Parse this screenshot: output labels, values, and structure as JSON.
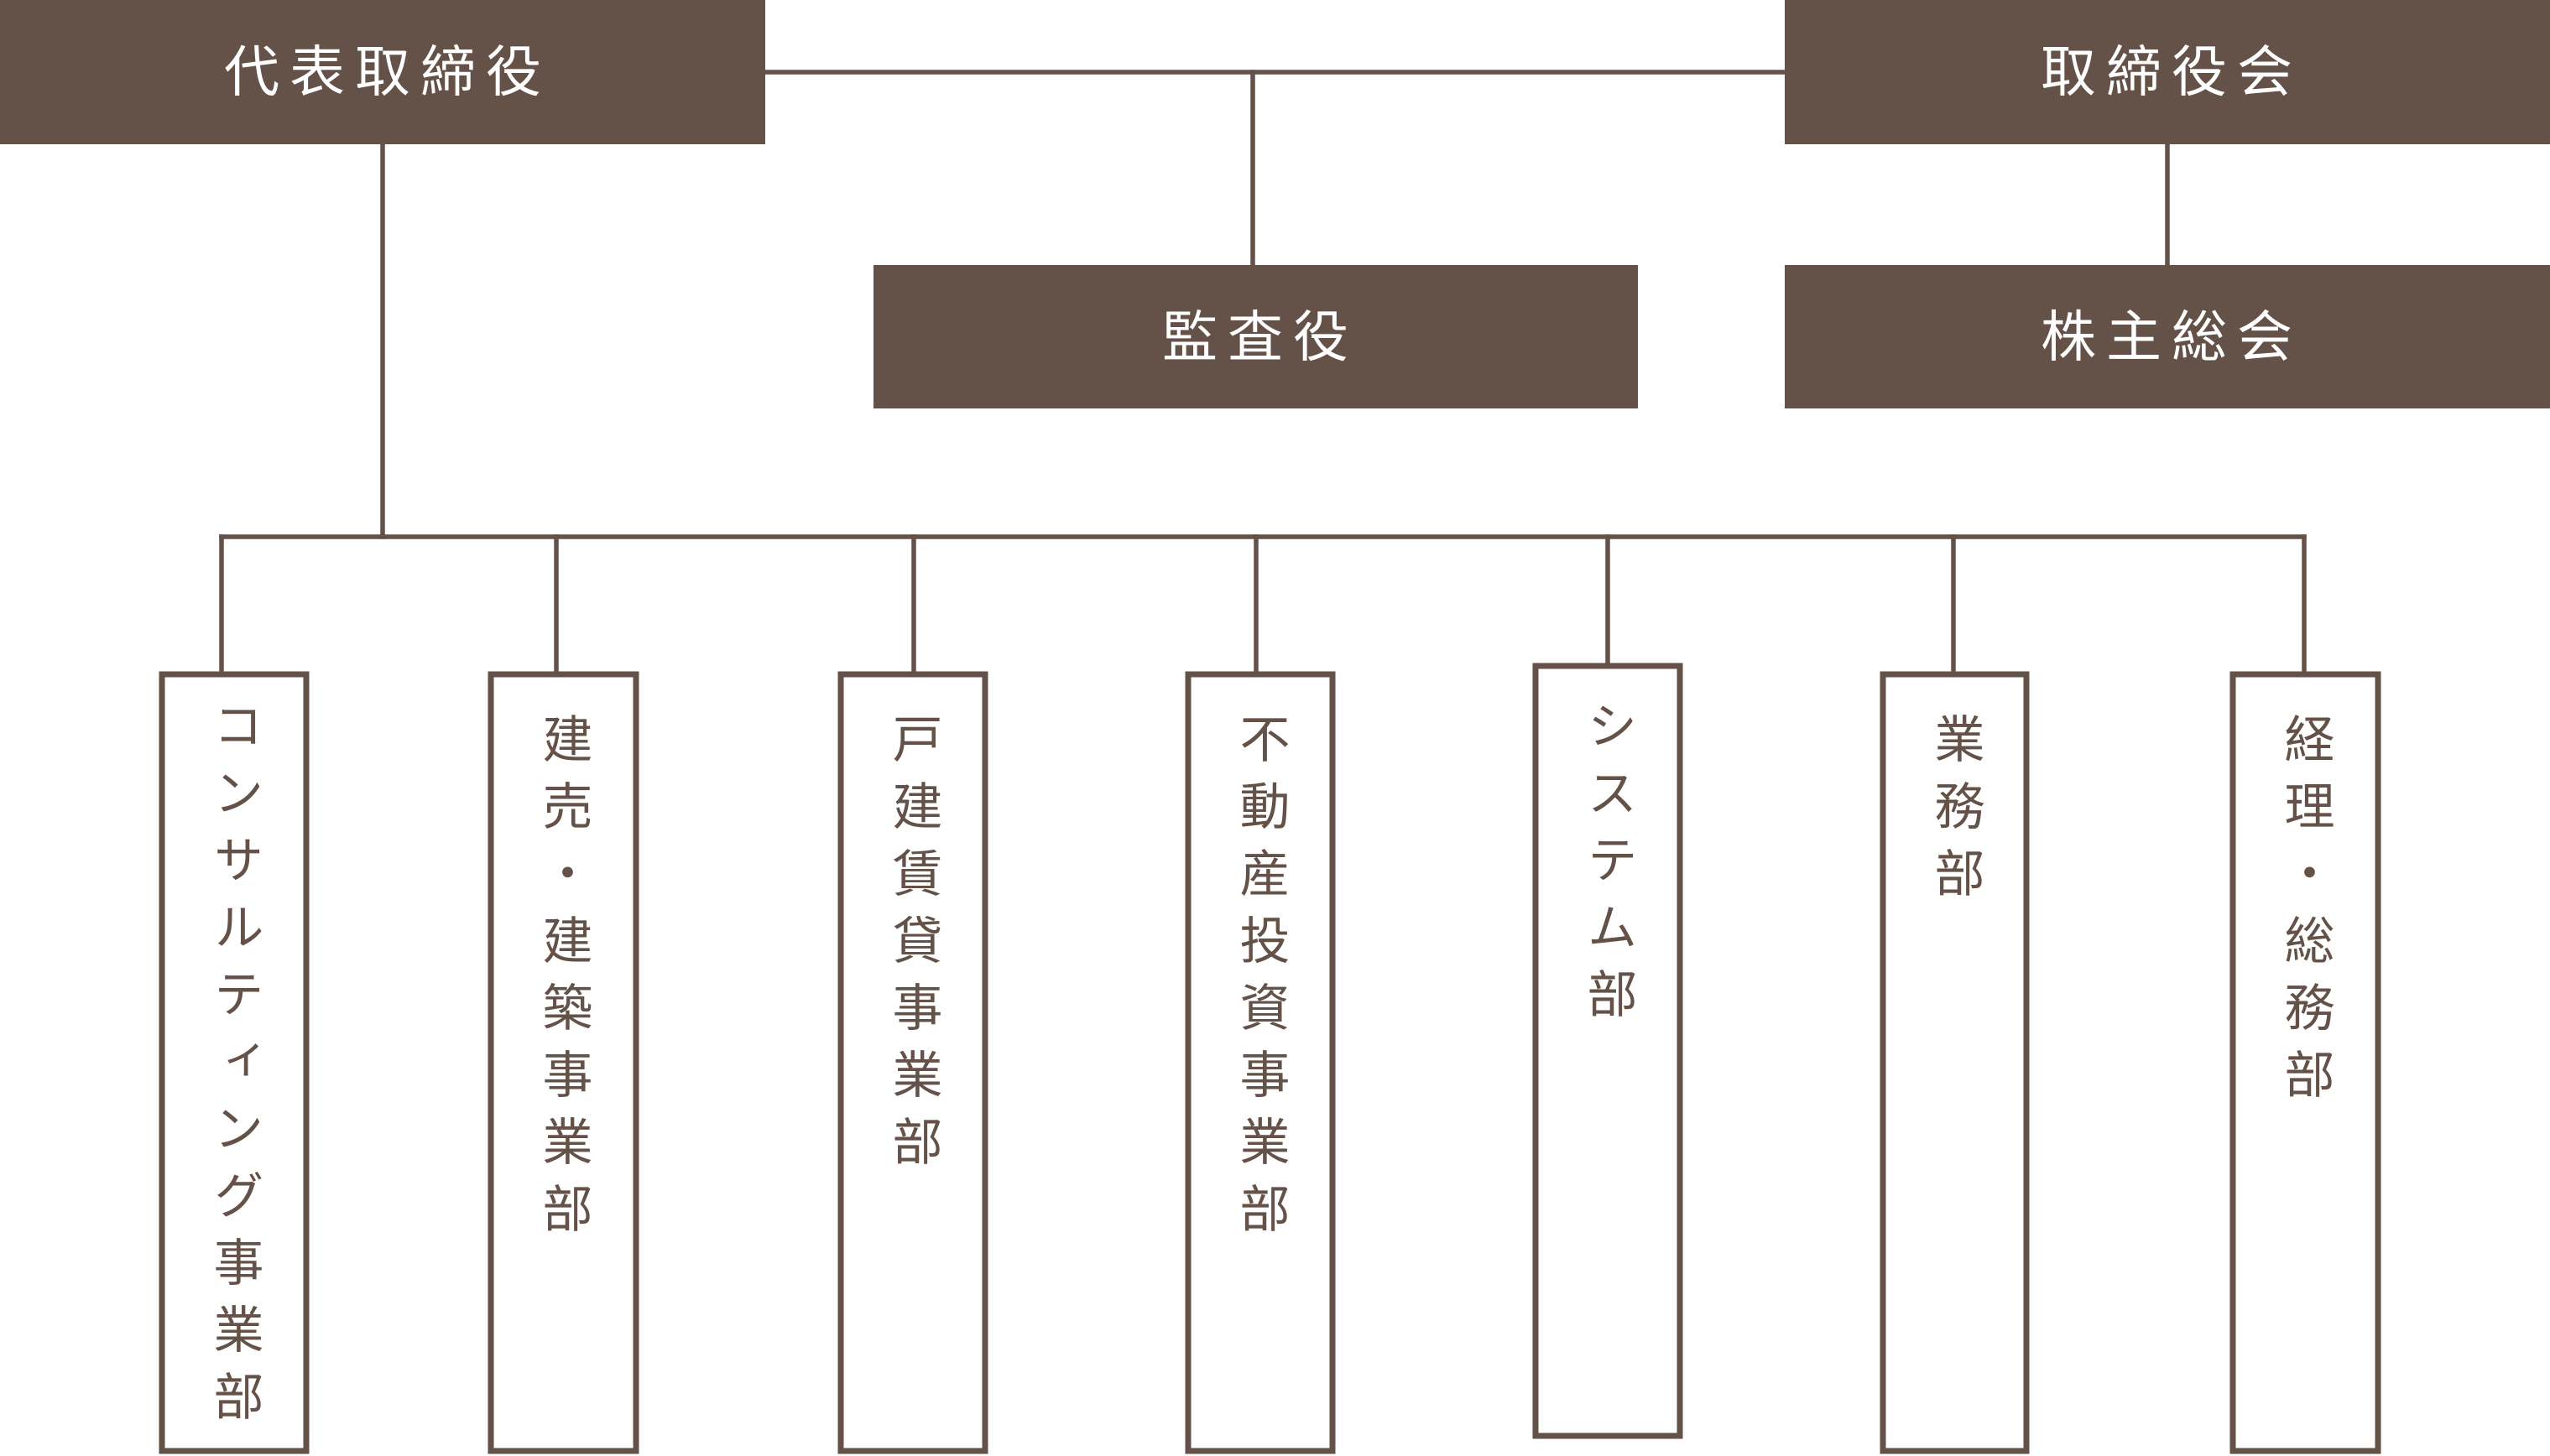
{
  "nodes": {
    "ceo": {
      "label": "代表取締役"
    },
    "board": {
      "label": "取締役会"
    },
    "auditor": {
      "label": "監査役"
    },
    "shareholders": {
      "label": "株主総会"
    }
  },
  "departments": [
    {
      "label": "コンサルティング事業部"
    },
    {
      "label": "建売・建築事業部"
    },
    {
      "label": "戸建賃貸事業部"
    },
    {
      "label": "不動産投資事業部"
    },
    {
      "label": "システム部"
    },
    {
      "label": "業務部"
    },
    {
      "label": "経理・総務部"
    }
  ],
  "colors": {
    "primary": "#645147",
    "background": "#ffffff"
  }
}
